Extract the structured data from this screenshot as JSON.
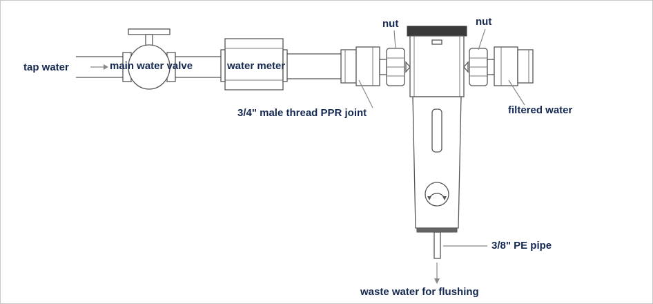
{
  "labels": {
    "tap_water": "tap water",
    "main_water_valve": "main water valve",
    "water_meter": "water meter",
    "nut_left": "nut",
    "nut_right": "nut",
    "ppr_joint": "3/4\" male thread PPR joint",
    "filtered_water": "filtered water",
    "pe_pipe": "3/8\" PE pipe",
    "waste_water": "waste water for flushing"
  },
  "colors": {
    "label_text": "#142850",
    "outline": "#555555",
    "filter_cap": "#3a3a3a",
    "arrow": "#888888"
  },
  "icons": {
    "flow_arrow": "right-arrow",
    "drain_arrow": "down-arrow",
    "flush_knob": "rotate-arrows-icon"
  }
}
